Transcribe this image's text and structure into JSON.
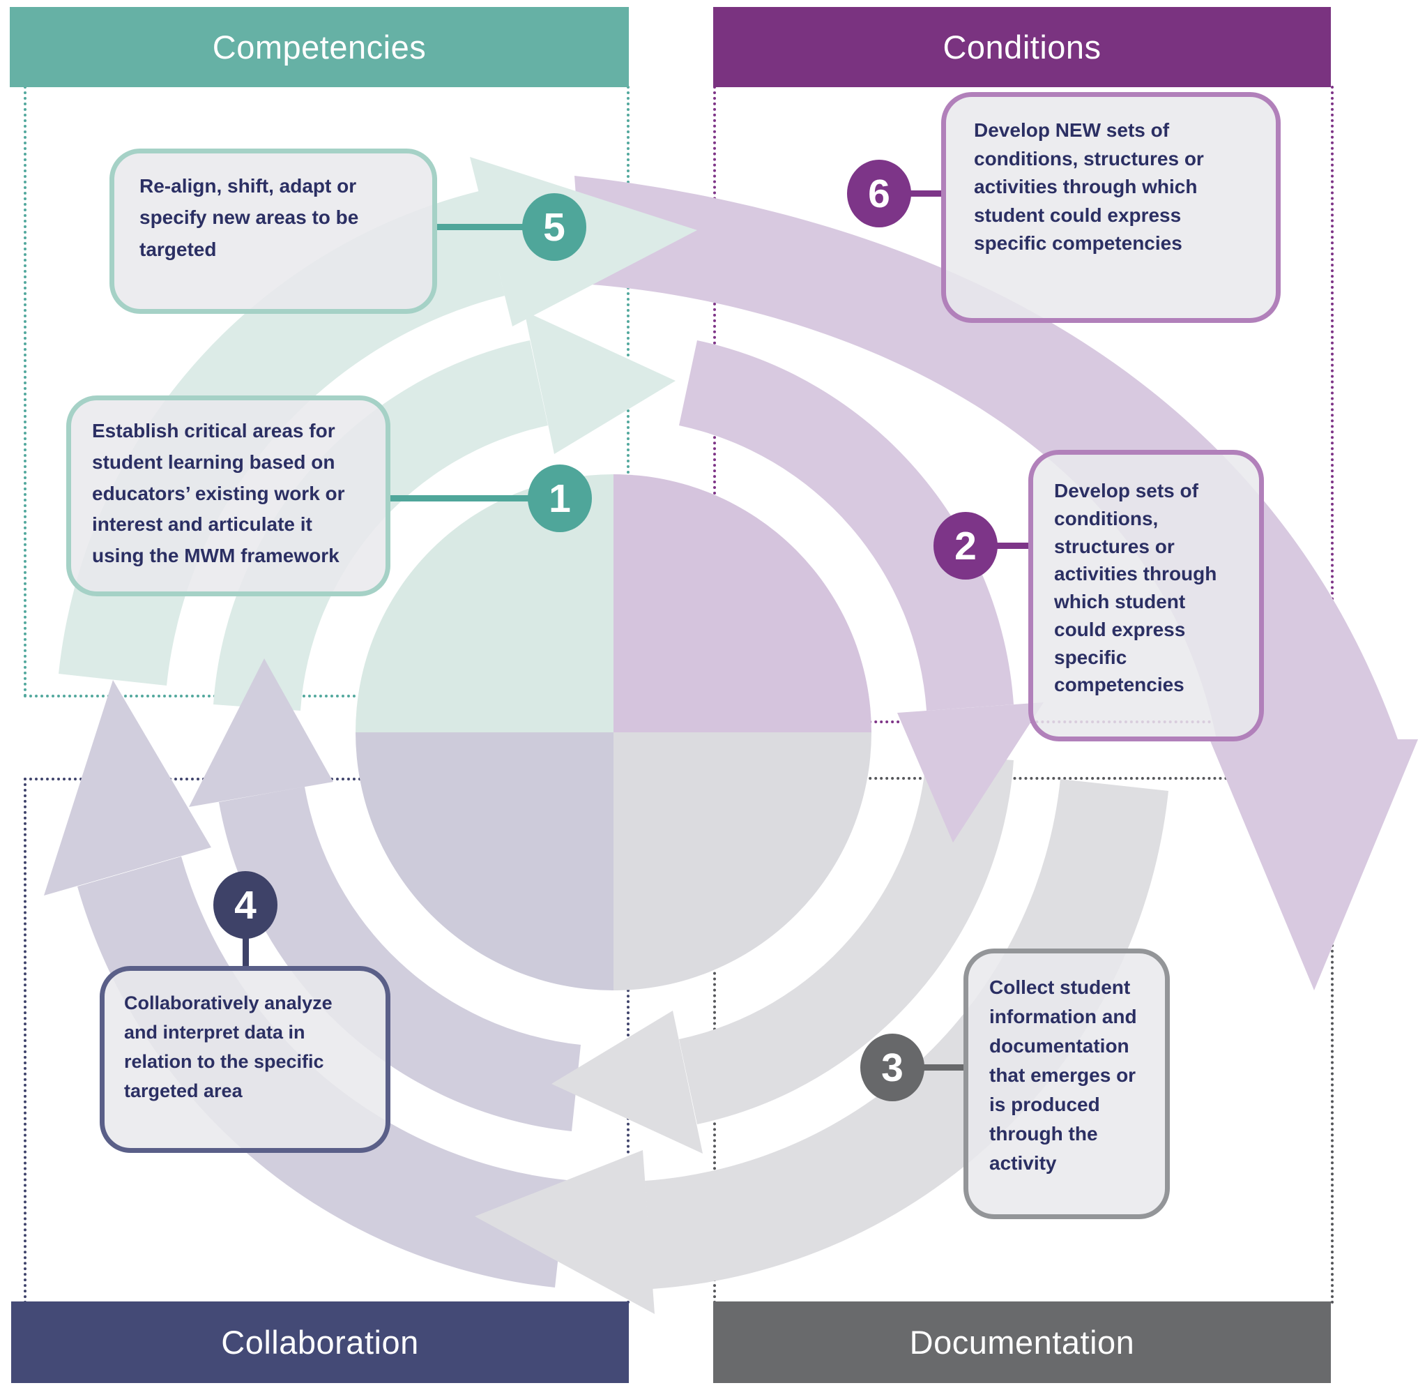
{
  "quadrants": {
    "competencies": {
      "label": "Competencies",
      "color": "#66b1a5",
      "dotted_border_color": "#52a89d"
    },
    "conditions": {
      "label": "Conditions",
      "color": "#7a3380",
      "dotted_border_color": "#7e3487"
    },
    "collaboration": {
      "label": "Collaboration",
      "color": "#444a76",
      "dotted_border_color": "#3f436b"
    },
    "documentation": {
      "label": "Documentation",
      "color": "#696a6c",
      "dotted_border_color": "#55565a"
    }
  },
  "steps": [
    {
      "number": "1",
      "quadrant": "competencies",
      "badge_color": "#4fa69a",
      "box_border_color": "#a5d1c6",
      "text": "Establish critical areas for student learning based on educators’ existing work or interest and articulate it using the MWM framework"
    },
    {
      "number": "2",
      "quadrant": "conditions",
      "badge_color": "#7d3588",
      "box_border_color": "#b180ba",
      "text": "Develop sets of conditions, structures or activities through which student could express specific competencies"
    },
    {
      "number": "3",
      "quadrant": "documentation",
      "badge_color": "#67686a",
      "box_border_color": "#939598",
      "text": "Collect student information and documentation that emerges or is produced through the activity"
    },
    {
      "number": "4",
      "quadrant": "collaboration",
      "badge_color": "#3e4268",
      "box_border_color": "#5a5f88",
      "text": "Collaboratively analyze and interpret data in relation to the specific targeted area"
    },
    {
      "number": "5",
      "quadrant": "competencies",
      "badge_color": "#4fa69a",
      "box_border_color": "#a5d1c6",
      "text": "Re-align, shift, adapt or specify new areas to be targeted"
    },
    {
      "number": "6",
      "quadrant": "conditions",
      "badge_color": "#7d3588",
      "box_border_color": "#b180ba",
      "text_before": "Develop ",
      "text_emphasis": "NEW",
      "text_after": " sets of conditions, structures or activities through which student could express specific competencies"
    }
  ],
  "colors": {
    "body_text": "#2b2f63",
    "callout_fill": "#e9e9eb",
    "swirl_teal": "#dcebe7",
    "swirl_purple": "#d8c9e0",
    "swirl_gray": "#dedee1",
    "swirl_lavender": "#d1cedd"
  }
}
